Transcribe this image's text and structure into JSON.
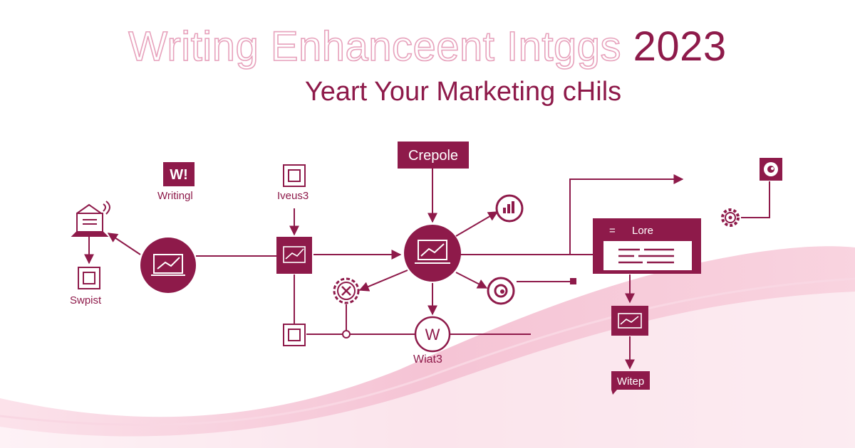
{
  "title": {
    "main": "Writing Enhanceent Intggs",
    "year": "2023"
  },
  "subtitle": "Yeart Your Marketing cHils",
  "nodes": {
    "w_logo_glyph": "W!",
    "writing_label": "Writingl",
    "iveus_label": "Iveus3",
    "crepole_label": "Crepole",
    "lore_label": "Lore",
    "lore_glyph": "=",
    "swpist_label": "Swpist",
    "wiat_label": "Wiat3",
    "w_circle_glyph": "W",
    "witep_label": "Witep"
  },
  "colors": {
    "primary": "#8e1a4a",
    "title_outline": "#e7a2bc",
    "wave": "#f6c6d6",
    "background": "#ffffff"
  }
}
